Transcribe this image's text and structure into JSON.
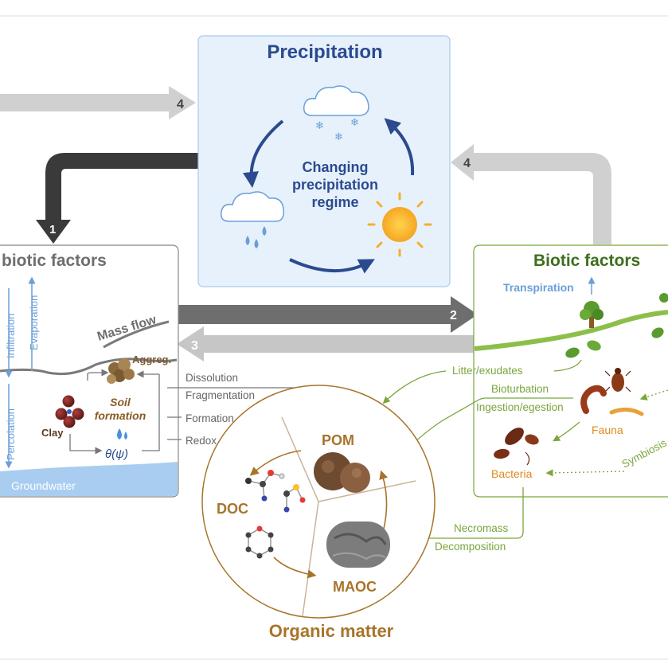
{
  "precipitation": {
    "title": "Precipitation",
    "center_line1": "Changing",
    "center_line2": "precipitation",
    "center_line3": "regime"
  },
  "arrows": {
    "label_1": "1",
    "label_2": "2",
    "label_3": "3",
    "label_4_top": "4",
    "label_4_right": "4"
  },
  "abiotic": {
    "title": "biotic factors",
    "mass_flow": "Mass flow",
    "infiltration": "Infiltration",
    "evaporation": "Evaporation",
    "percolation": "Percolation",
    "aggregates": "Aggreg.",
    "soil_formation_line1": "Soil",
    "soil_formation_line2": "formation",
    "clay": "Clay",
    "water_potential": "θ(ψ)",
    "groundwater": "Groundwater"
  },
  "processes": {
    "dissolution": "Dissolution",
    "fragmentation": "Fragmentation",
    "formation": "Formation",
    "redox": "Redox"
  },
  "biotic": {
    "title": "Biotic factors",
    "transpiration": "Transpiration",
    "litter": "Litter/exudates",
    "bioturbation": "Bioturbation",
    "ingestion": "Ingestion/egestion",
    "fauna": "Fauna",
    "bacteria": "Bacteria",
    "symbiosis": "Symbiosis",
    "necromass": "Necromass",
    "decomposition": "Decomposition"
  },
  "organic_matter": {
    "title": "Organic matter",
    "pom": "POM",
    "doc": "DOC",
    "maoc": "MAOC"
  },
  "colors": {
    "blue_box": "#e6f1fb",
    "dark_blue": "#2b4a8f",
    "brown": "#a8742a",
    "green": "#7aa63c",
    "dark_arrow": "#3a3a3a",
    "mid_arrow": "#6e6e6e",
    "light_arrow": "#cfcfcf"
  }
}
